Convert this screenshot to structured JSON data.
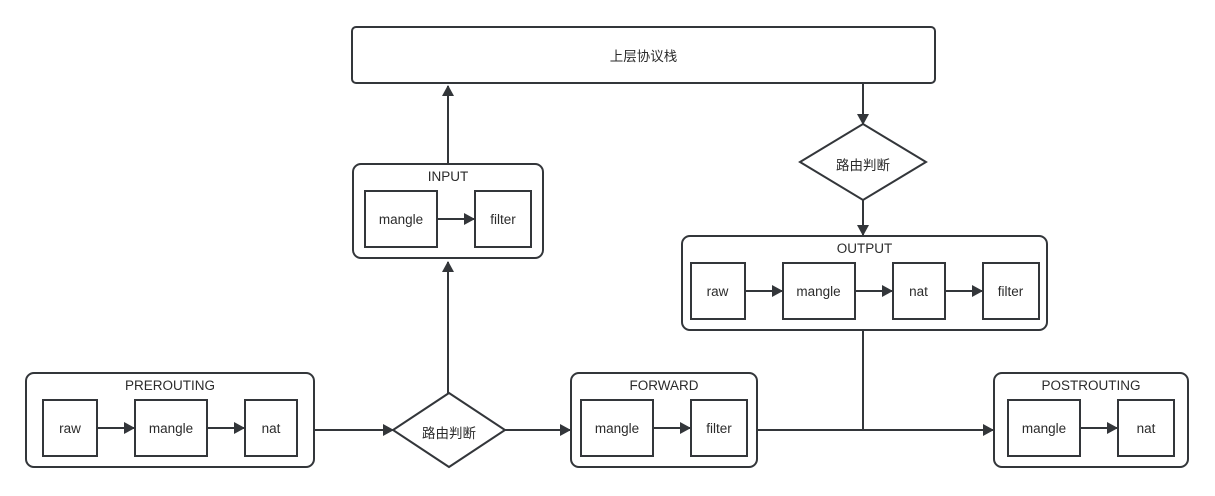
{
  "diagram": {
    "title": "netfilter-packet-flow",
    "stroke_color": "#33363a",
    "background_color": "#ffffff",
    "text_color": "#2b2b2b"
  },
  "upper_stack": {
    "label": "上层协议栈"
  },
  "routing_decisions": [
    {
      "id": "routing-decision-output",
      "label": "路由判断"
    },
    {
      "id": "routing-decision-prerouting",
      "label": "路由判断"
    }
  ],
  "chains": [
    {
      "id": "input",
      "label": "INPUT",
      "tables": [
        "mangle",
        "filter"
      ]
    },
    {
      "id": "output",
      "label": "OUTPUT",
      "tables": [
        "raw",
        "mangle",
        "nat",
        "filter"
      ]
    },
    {
      "id": "prerouting",
      "label": "PREROUTING",
      "tables": [
        "raw",
        "mangle",
        "nat"
      ]
    },
    {
      "id": "forward",
      "label": "FORWARD",
      "tables": [
        "mangle",
        "filter"
      ]
    },
    {
      "id": "postrouting",
      "label": "POSTROUTING",
      "tables": [
        "mangle",
        "nat"
      ]
    }
  ]
}
